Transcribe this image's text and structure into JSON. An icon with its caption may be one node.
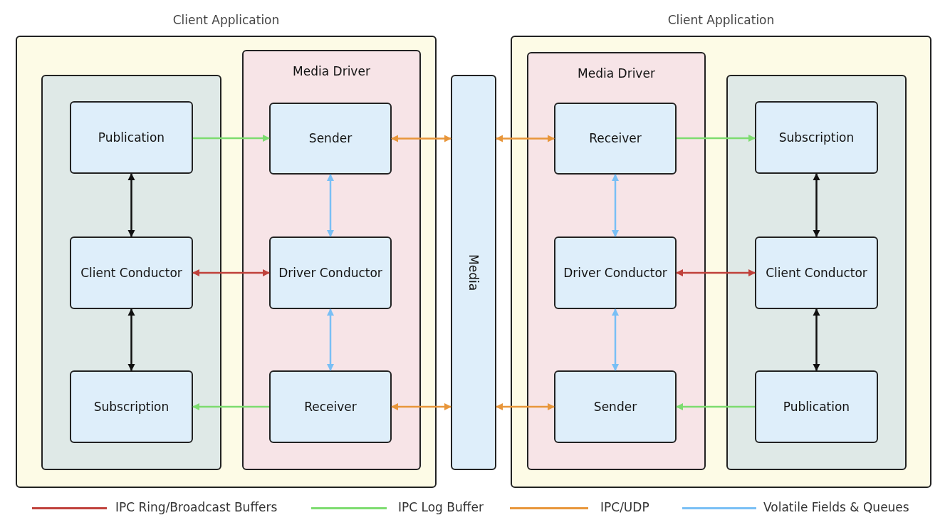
{
  "diagram": {
    "nodes": [
      {
        "text": [
          "Client Application"
        ]
      },
      {
        "text": [],
        "shape": "box",
        "in": 0
      },
      {
        "text": [
          "Publication"
        ],
        "in": 1
      },
      {
        "text": [
          "Client Conductor"
        ],
        "in": 1
      },
      {
        "text": [
          "Subscription"
        ],
        "in": 1
      },
      {
        "text": [
          "Media Driver"
        ],
        "in": 0
      },
      {
        "text": [
          "Sender"
        ],
        "in": 5
      },
      {
        "text": [
          "Driver Conductor"
        ],
        "in": 5
      },
      {
        "text": [
          "Receiver"
        ],
        "in": 5
      },
      {
        "text": [
          "Media"
        ]
      },
      {
        "text": [
          "Client Application"
        ]
      },
      {
        "text": [
          "Media Driver"
        ],
        "in": 10
      },
      {
        "text": [
          "Receiver"
        ],
        "in": 11
      },
      {
        "text": [
          "Driver Conductor"
        ],
        "in": 11
      },
      {
        "text": [
          "Sender"
        ],
        "in": 11
      },
      {
        "text": [],
        "shape": "box",
        "in": 10
      },
      {
        "text": [
          "Subscription"
        ],
        "in": 15
      },
      {
        "text": [
          "Client Conductor"
        ],
        "in": 15
      },
      {
        "text": [
          "Publication"
        ],
        "in": 15
      }
    ],
    "edges": [
      {
        "from": 2,
        "to": 6,
        "arrow": "to",
        "color": "#7ddc6f"
      },
      {
        "from": 2,
        "to": 3,
        "arrow": "both",
        "color": "#111111"
      },
      {
        "from": 3,
        "to": 4,
        "arrow": "both",
        "color": "#111111"
      },
      {
        "from": 3,
        "to": 7,
        "arrow": "both",
        "color": "#c0413b"
      },
      {
        "from": 8,
        "to": 4,
        "arrow": "to",
        "color": "#7ddc6f"
      },
      {
        "from": 6,
        "to": 7,
        "arrow": "both",
        "color": "#79bff5"
      },
      {
        "from": 7,
        "to": 8,
        "arrow": "both",
        "color": "#79bff5"
      },
      {
        "from": 6,
        "to": 9,
        "arrow": "both",
        "color": "#e8963a"
      },
      {
        "from": 8,
        "to": 9,
        "arrow": "both",
        "color": "#e8963a"
      },
      {
        "from": 9,
        "to": 12,
        "arrow": "both",
        "color": "#e8963a"
      },
      {
        "from": 9,
        "to": 14,
        "arrow": "both",
        "color": "#e8963a"
      },
      {
        "from": 12,
        "to": 16,
        "arrow": "to",
        "color": "#7ddc6f"
      },
      {
        "from": 12,
        "to": 13,
        "arrow": "both",
        "color": "#79bff5"
      },
      {
        "from": 13,
        "to": 14,
        "arrow": "both",
        "color": "#79bff5"
      },
      {
        "from": 13,
        "to": 17,
        "arrow": "both",
        "color": "#c0413b"
      },
      {
        "from": 16,
        "to": 17,
        "arrow": "both",
        "color": "#111111"
      },
      {
        "from": 17,
        "to": 18,
        "arrow": "both",
        "color": "#111111"
      },
      {
        "from": 18,
        "to": 14,
        "arrow": "to",
        "color": "#7ddc6f"
      }
    ],
    "legend": [
      {
        "text": "IPC Ring/Broadcast Buffers",
        "color": "#c0413b"
      },
      {
        "text": "IPC Log Buffer",
        "color": "#7ddc6f"
      },
      {
        "text": "IPC/UDP",
        "color": "#e8963a"
      },
      {
        "text": "Volatile Fields & Queues",
        "color": "#79bff5"
      }
    ]
  }
}
